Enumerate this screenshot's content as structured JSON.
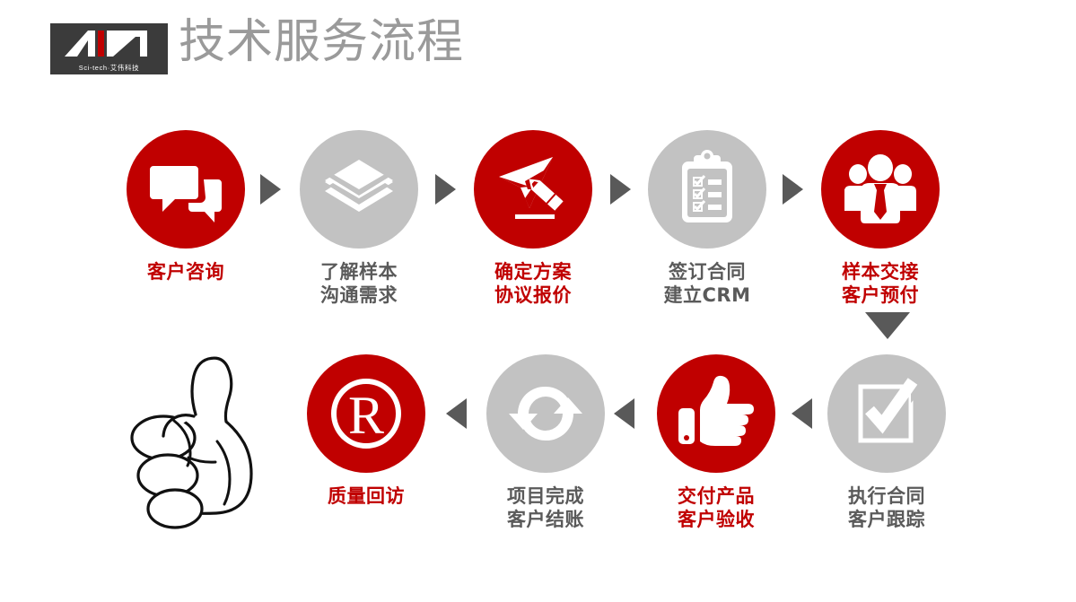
{
  "header": {
    "logo": {
      "name": "aia-sci-tech-logo",
      "wordmark": "Sci-tech·艾伟科技",
      "background_color": "#3b3b3b",
      "accent_color": "#c00000"
    },
    "title": "技术服务流程"
  },
  "theme": {
    "red": "#c00000",
    "gray": "#c2c2c2",
    "arrow_gray": "#595959",
    "label_gray": "#5a5a5a",
    "title_gray": "#9a9a9a",
    "background": "#ffffff"
  },
  "flow": {
    "row1": [
      {
        "id": "step-1",
        "icon": "chat-bubbles-icon",
        "color": "red",
        "lines": [
          "客户咨询"
        ]
      },
      {
        "id": "step-2",
        "icon": "layers-icon",
        "color": "gray",
        "lines": [
          "了解样本",
          "沟通需求"
        ]
      },
      {
        "id": "step-3",
        "icon": "check-pencil-icon",
        "color": "red",
        "lines": [
          "确定方案",
          "协议报价"
        ]
      },
      {
        "id": "step-4",
        "icon": "clipboard-checklist-icon",
        "color": "gray",
        "lines": [
          "签订合同",
          "建立CRM"
        ]
      },
      {
        "id": "step-5",
        "icon": "people-group-icon",
        "color": "red",
        "lines": [
          "样本交接",
          "客户预付"
        ]
      }
    ],
    "row2": [
      {
        "id": "step-10",
        "icon": "registered-r-icon",
        "color": "red",
        "lines": [
          "质量回访"
        ]
      },
      {
        "id": "step-9",
        "icon": "sync-refresh-icon",
        "color": "gray",
        "lines": [
          "项目完成",
          "客户结账"
        ]
      },
      {
        "id": "step-8",
        "icon": "thumbs-up-icon",
        "color": "red",
        "lines": [
          "交付产品",
          "客户验收"
        ]
      },
      {
        "id": "step-7",
        "icon": "checkbox-pencil-icon",
        "color": "gray",
        "lines": [
          "执行合同",
          "客户跟踪"
        ]
      }
    ],
    "connectors": [
      {
        "id": "connector-1-2",
        "direction": "right"
      },
      {
        "id": "connector-2-3",
        "direction": "right"
      },
      {
        "id": "connector-3-4",
        "direction": "right"
      },
      {
        "id": "connector-4-5",
        "direction": "right"
      },
      {
        "id": "connector-5-7",
        "direction": "down"
      },
      {
        "id": "connector-7-8",
        "direction": "left"
      },
      {
        "id": "connector-8-9",
        "direction": "left"
      },
      {
        "id": "connector-9-10",
        "direction": "left"
      }
    ]
  },
  "decoration": {
    "hand": "thumbs-up-line-art"
  }
}
